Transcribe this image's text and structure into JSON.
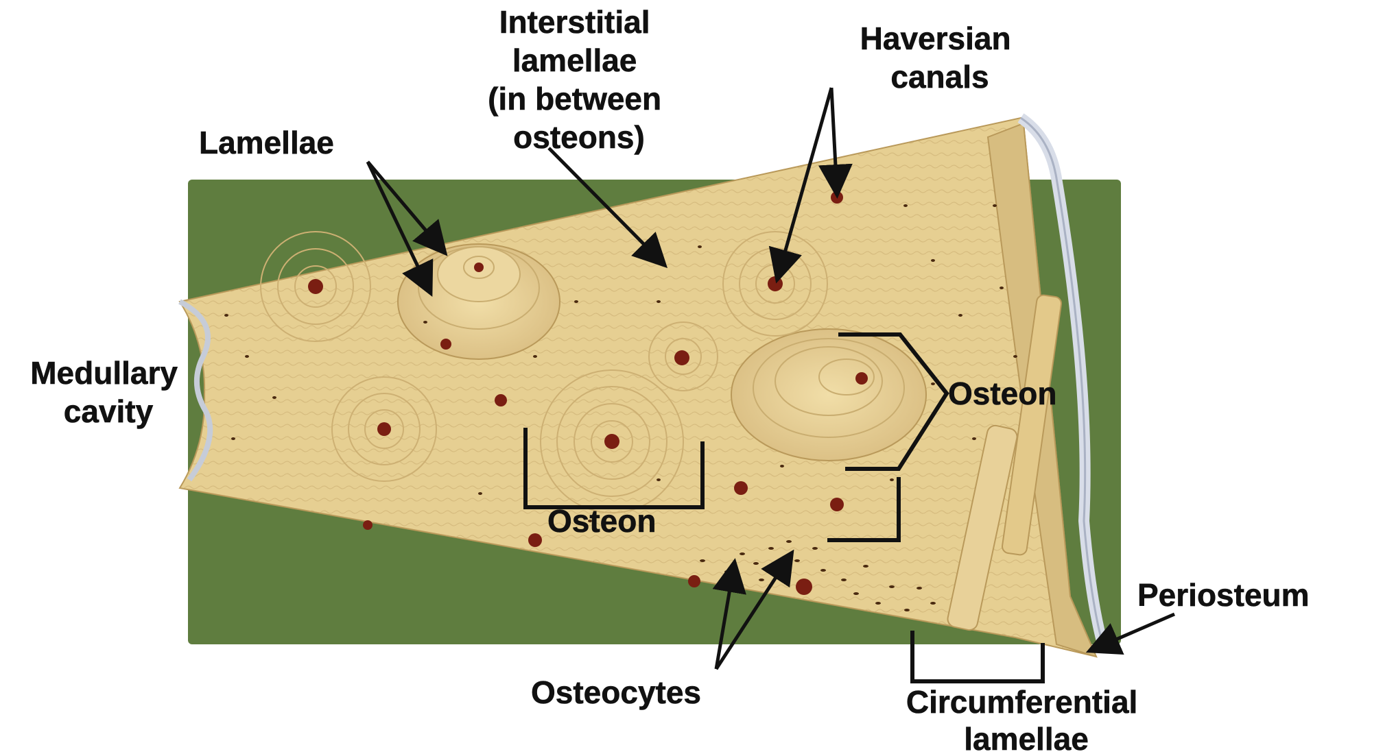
{
  "colors": {
    "board": "#5f7d3f",
    "bone": "#e6cf92",
    "bone_dark": "#cdb073",
    "canal": "#7a1e12",
    "lacuna": "#4a2a10",
    "periosteum": "#d8dde8",
    "background": "#ffffff"
  },
  "labels": {
    "lamellae": "Lamellae",
    "interstitial": [
      "Interstitial",
      "lamellae",
      "(in between",
      "osteons)"
    ],
    "haversian": [
      "Haversian",
      "canals"
    ],
    "medullary": [
      "Medullary",
      "cavity"
    ],
    "osteon_right": "Osteon",
    "osteon_bottom": "Osteon",
    "osteocytes": "Osteocytes",
    "periosteum": "Periosteum",
    "circumferential": [
      "Circumferential",
      "lamellae"
    ]
  },
  "icons": {
    "arrowhead": "arrowhead-icon"
  }
}
